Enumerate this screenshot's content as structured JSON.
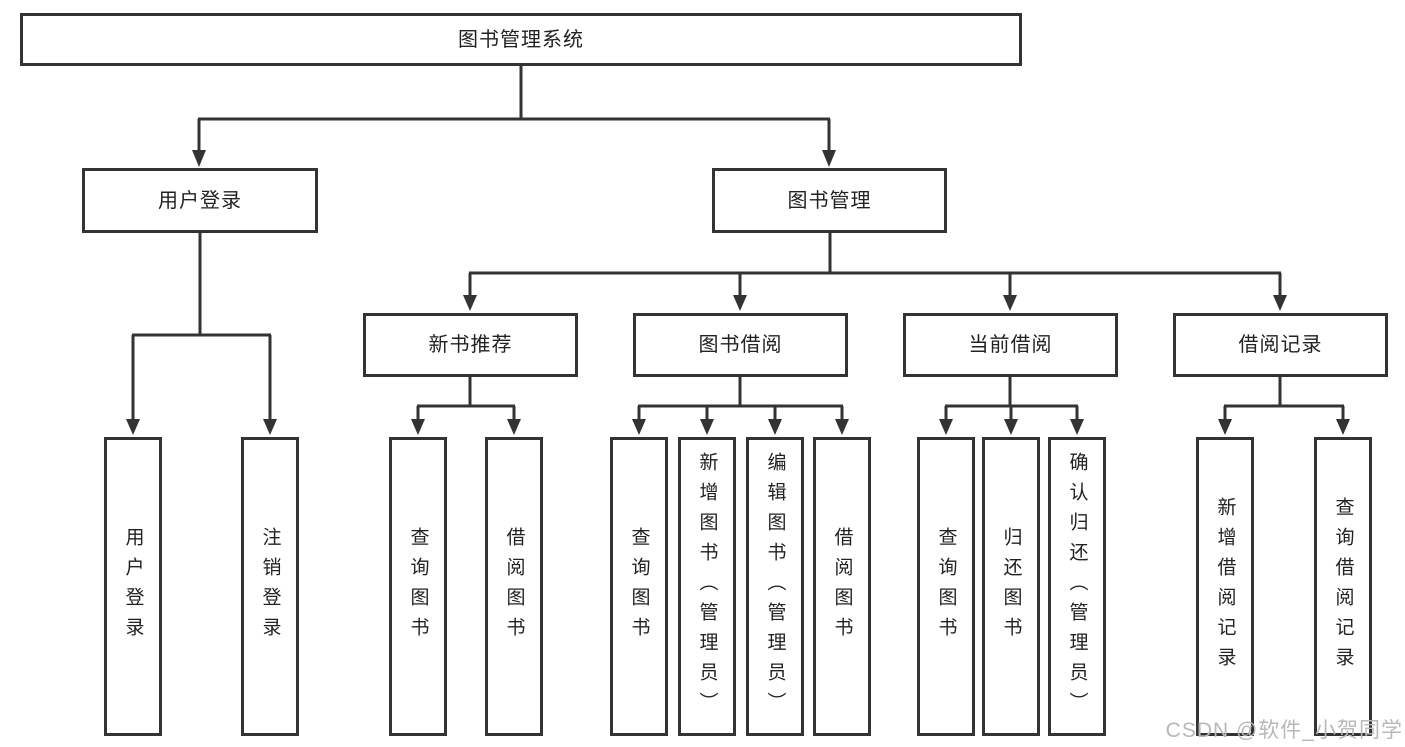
{
  "tree": {
    "root": "图书管理系统",
    "branches": [
      {
        "label": "用户登录",
        "children": [
          "用户登录",
          "注销登录"
        ]
      },
      {
        "label": "图书管理",
        "children": [
          {
            "label": "新书推荐",
            "children": [
              "查询图书",
              "借阅图书"
            ]
          },
          {
            "label": "图书借阅",
            "children": [
              "查询图书",
              "新增图书（管理员）",
              "编辑图书（管理员）",
              "借阅图书"
            ]
          },
          {
            "label": "当前借阅",
            "children": [
              "查询图书",
              "归还图书",
              "确认归还（管理员）"
            ]
          },
          {
            "label": "借阅记录",
            "children": [
              "新增借阅记录",
              "查询借阅记录"
            ]
          }
        ]
      }
    ]
  },
  "watermark": {
    "text": "CSDN @软件_小贺同学"
  },
  "colors": {
    "line": "#333333",
    "node_border": "#333333",
    "node_background": "#ffffff",
    "text": "#222222",
    "watermark_text": "#b8b8b8",
    "page_background": "#ffffff"
  }
}
